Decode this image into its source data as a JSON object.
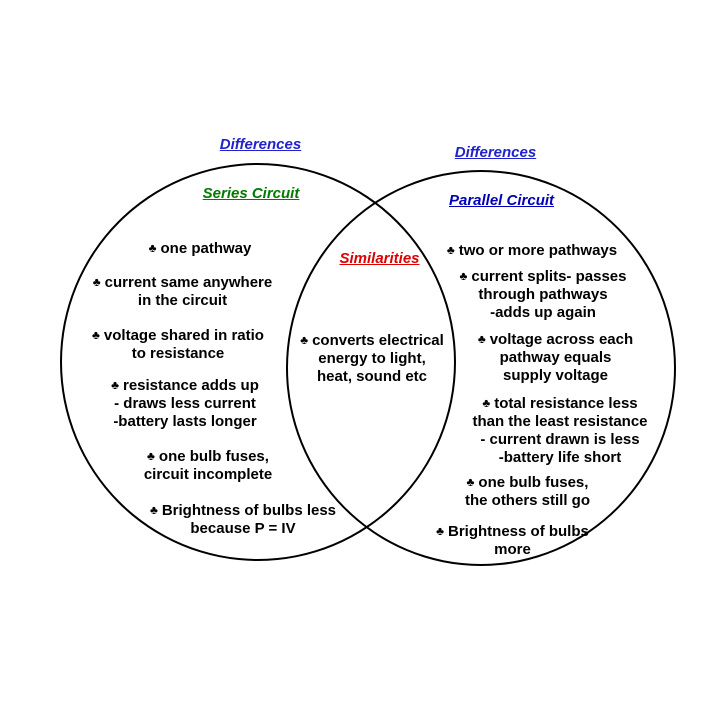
{
  "bullet": "♣",
  "diff_left_label": "Differences",
  "diff_right_label": "Differences",
  "left": {
    "title": "Series Circuit",
    "items": [
      "one pathway",
      "current same anywhere\nin the circuit",
      "voltage shared in ratio\nto resistance",
      "resistance adds up\n- draws less current\n-battery lasts longer",
      "one bulb fuses,\ncircuit incomplete",
      "Brightness of bulbs less\nbecause  P =  IV"
    ]
  },
  "center": {
    "title": "Similarities",
    "text": "converts electrical\nenergy to  light,\nheat, sound etc"
  },
  "right": {
    "title": "Parallel Circuit",
    "items": [
      "two or more pathways",
      "current splits- passes\nthrough pathways\n-adds up again",
      "voltage across each\npathway equals\nsupply voltage",
      "total resistance less\nthan the least resistance\n- current drawn is less\n-battery life short",
      "one bulb fuses,\nthe others still go",
      "Brightness of bulbs\nmore"
    ]
  }
}
